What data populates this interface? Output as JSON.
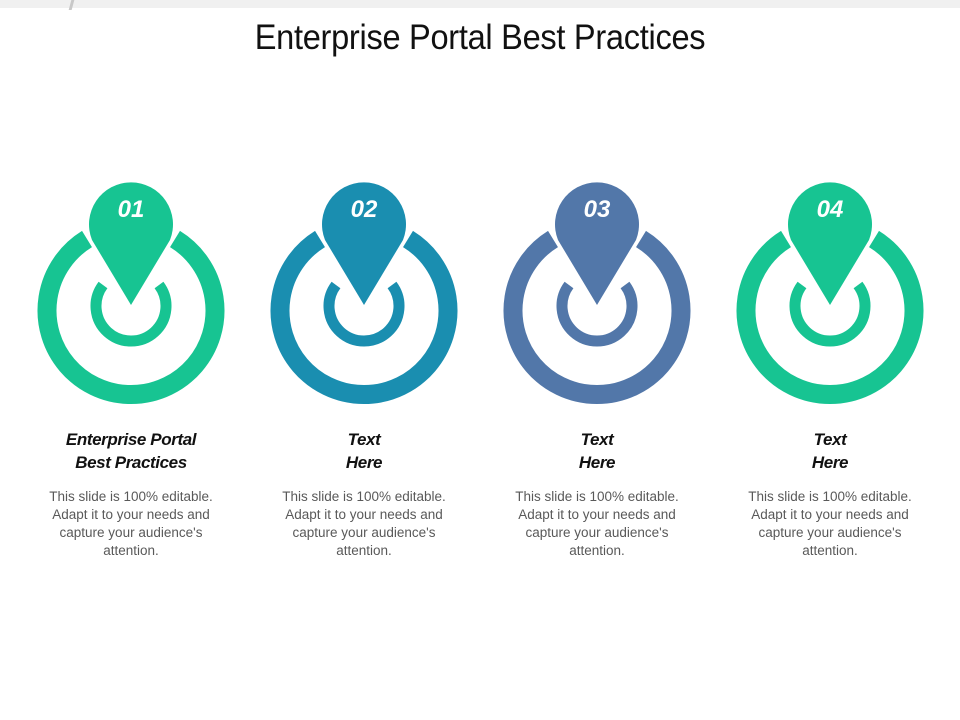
{
  "slide": {
    "title": "Enterprise Portal Best Practices",
    "items": [
      {
        "number": "01",
        "heading_line1": "Enterprise Portal",
        "heading_line2": "Best Practices",
        "description": "This slide is 100% editable. Adapt it to your needs and capture your audience's attention.",
        "color": "#17c492",
        "icon": "location-pin-power-icon"
      },
      {
        "number": "02",
        "heading_line1": "Text",
        "heading_line2": "Here",
        "description": "This slide is 100% editable. Adapt it to your needs and capture your audience's attention.",
        "color": "#1a8eb0",
        "icon": "location-pin-power-icon"
      },
      {
        "number": "03",
        "heading_line1": "Text",
        "heading_line2": "Here",
        "description": "This slide is 100% editable. Adapt it to your needs and capture your audience's attention.",
        "color": "#5277a9",
        "icon": "location-pin-power-icon"
      },
      {
        "number": "04",
        "heading_line1": "Text",
        "heading_line2": "Here",
        "description": "This slide is 100% editable. Adapt it to your needs and capture your audience's attention.",
        "color": "#17c492",
        "icon": "location-pin-power-icon"
      }
    ]
  }
}
